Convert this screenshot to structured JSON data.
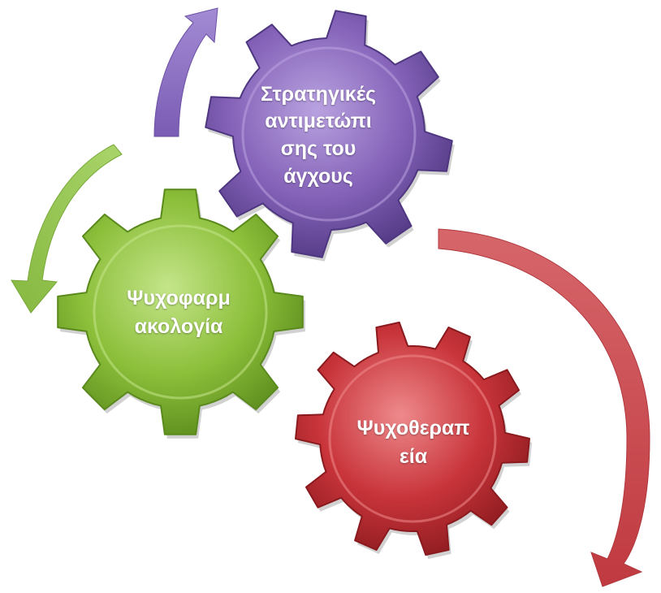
{
  "diagram": {
    "gears": [
      {
        "id": "purple",
        "lines": [
          "Στρατηγικές",
          "αντιμετώπι",
          "σης του",
          "άγχους"
        ],
        "color": "#8462b8",
        "color_light": "#b9a2e0",
        "color_dark": "#4e3680"
      },
      {
        "id": "green",
        "lines": [
          "Ψυχοφαρμ",
          "ακολογία"
        ],
        "color": "#8cbf3a",
        "color_light": "#c4e58a",
        "color_dark": "#5a8a1c"
      },
      {
        "id": "red",
        "lines": [
          "Ψυχοθεραπ",
          "εία"
        ],
        "color": "#c8343a",
        "color_light": "#ee8a8c",
        "color_dark": "#8a1a1e"
      }
    ],
    "arrows": [
      {
        "id": "purple-arrow",
        "color": "#8f72c4"
      },
      {
        "id": "green-arrow",
        "color": "#95c653"
      },
      {
        "id": "red-arrow",
        "color": "#cc4e54"
      }
    ]
  }
}
